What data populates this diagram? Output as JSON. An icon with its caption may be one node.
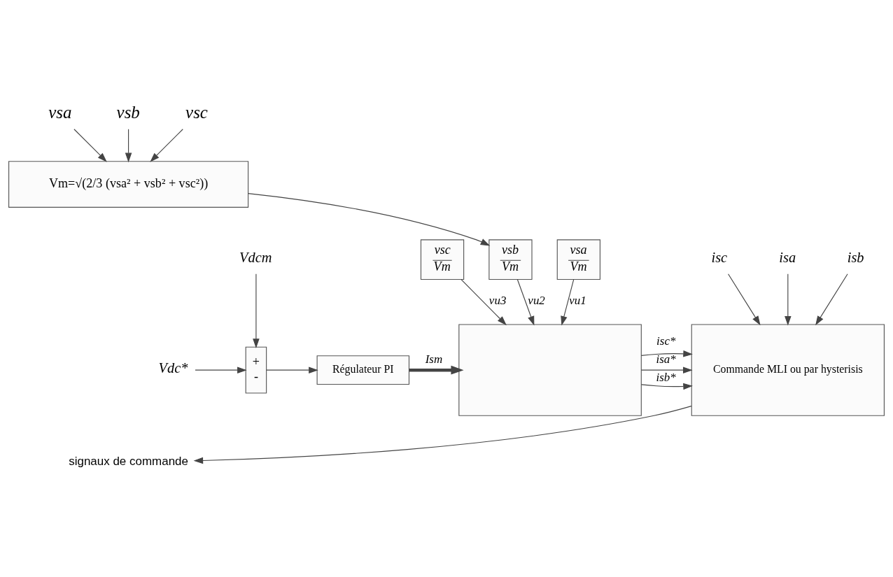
{
  "diagram": {
    "nodes": [
      {
        "text": [
          "vsa"
        ]
      },
      {
        "text": [
          "vsb"
        ]
      },
      {
        "text": [
          "vsc"
        ]
      },
      {
        "text": [
          "Vm=√(2/3 (vsa² + vsb² + vsc²))"
        ]
      },
      {
        "text": [
          "vsa",
          "Vm"
        ]
      },
      {
        "text": [
          "vsb",
          "Vm"
        ]
      },
      {
        "text": [
          "vsc",
          "Vm"
        ]
      },
      {
        "text": [],
        "shape": "box"
      },
      {
        "text": [
          "Vdc*"
        ]
      },
      {
        "text": [
          "Vdcm"
        ]
      },
      {
        "text": [
          "+",
          "-"
        ]
      },
      {
        "text": [
          "Régulateur PI"
        ]
      },
      {
        "text": [
          "Commande MLI ou par hysterisis"
        ]
      },
      {
        "text": [
          "signaux de commande"
        ]
      },
      {
        "text": [
          "isa"
        ]
      },
      {
        "text": [
          "isb"
        ]
      },
      {
        "text": [
          "isc"
        ]
      }
    ],
    "edges": [
      {
        "from": 0,
        "to": 3,
        "arrow": "to"
      },
      {
        "from": 1,
        "to": 3,
        "arrow": "to"
      },
      {
        "from": 2,
        "to": 3,
        "arrow": "to"
      },
      {
        "from": 3,
        "to": 5,
        "arrow": "to"
      },
      {
        "from": 4,
        "to": 7,
        "arrow": "to",
        "label": "vu1"
      },
      {
        "from": 5,
        "to": 7,
        "arrow": "to",
        "label": "vu2"
      },
      {
        "from": 6,
        "to": 7,
        "arrow": "to",
        "label": "vu3"
      },
      {
        "from": 8,
        "to": 10,
        "arrow": "to"
      },
      {
        "from": 9,
        "to": 10,
        "arrow": "to"
      },
      {
        "from": 10,
        "to": 11,
        "arrow": "to"
      },
      {
        "from": 11,
        "to": 7,
        "arrow": "to",
        "label": "Ism",
        "style": "thick"
      },
      {
        "from": 7,
        "to": 12,
        "arrow": "to",
        "label": "isa*"
      },
      {
        "from": 7,
        "to": 12,
        "arrow": "to",
        "label": "isb*"
      },
      {
        "from": 7,
        "to": 12,
        "arrow": "to",
        "label": "isc*"
      },
      {
        "from": 12,
        "to": 13,
        "arrow": "to"
      },
      {
        "from": 14,
        "to": 12,
        "arrow": "to"
      },
      {
        "from": 15,
        "to": 12,
        "arrow": "to"
      },
      {
        "from": 16,
        "to": 12,
        "arrow": "to"
      }
    ]
  }
}
